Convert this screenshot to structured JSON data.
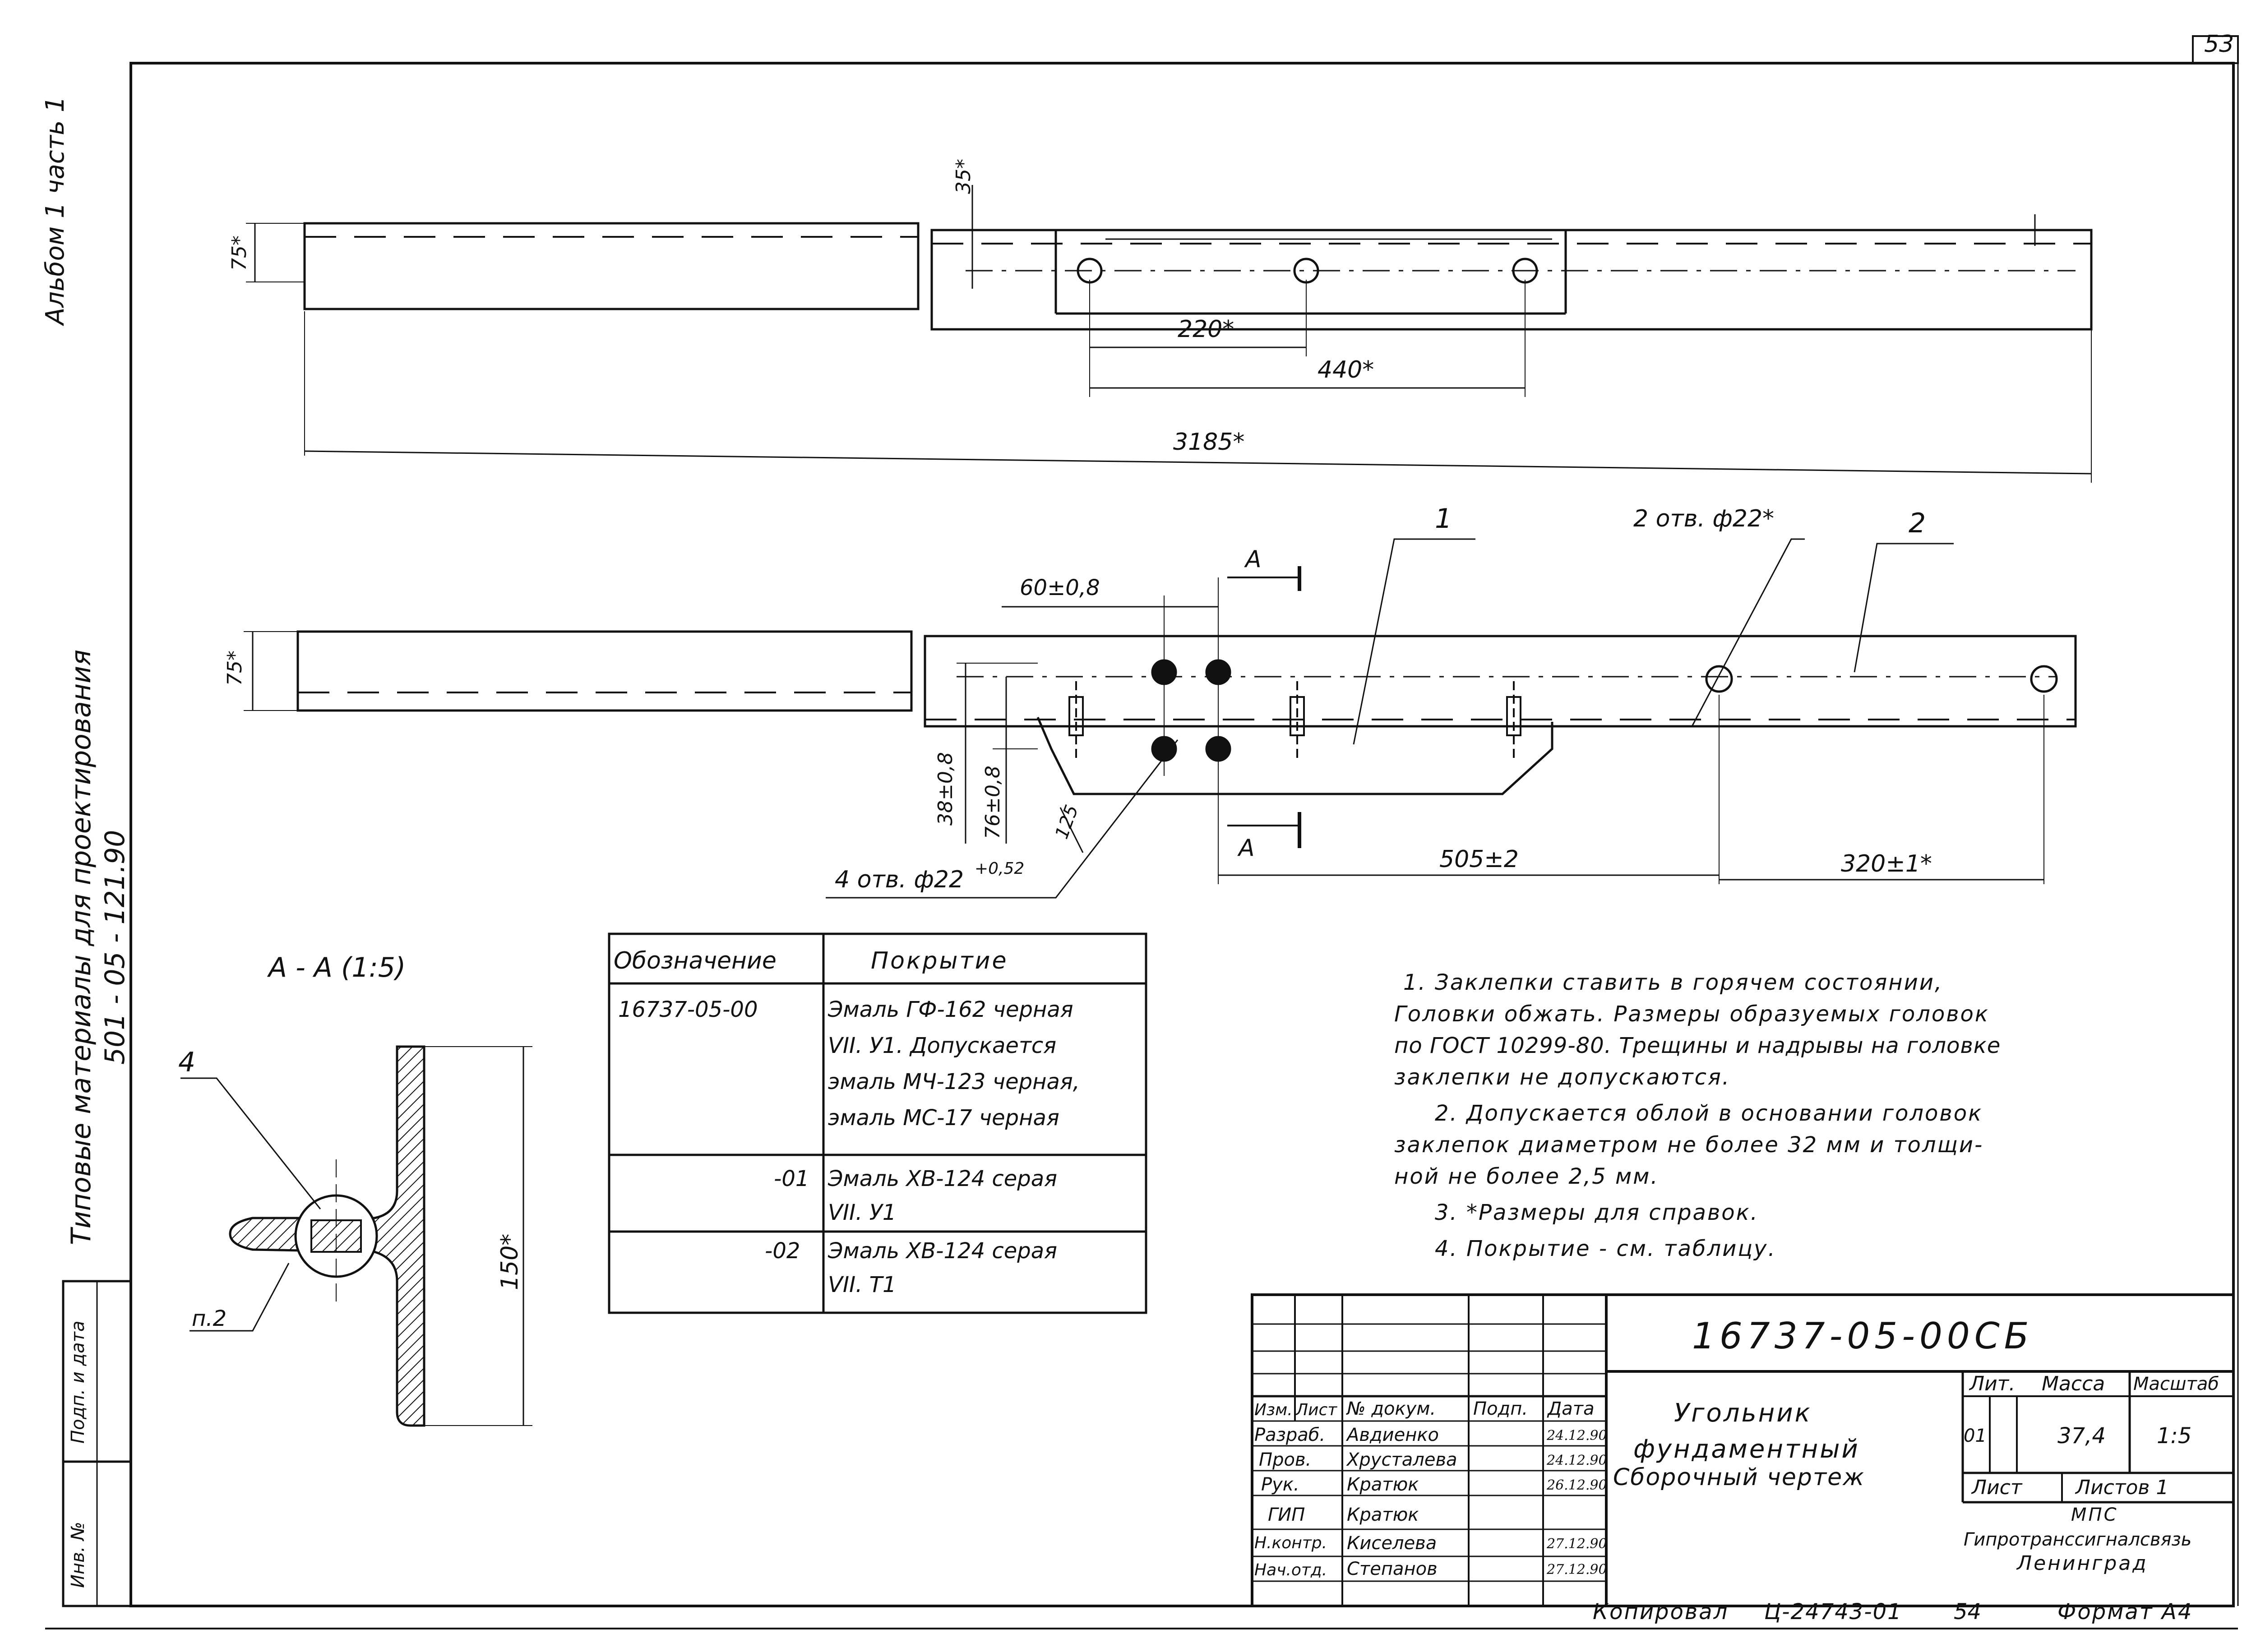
{
  "sheet_number": "53",
  "side_labels": {
    "album": "Альбом 1 часть 1",
    "series_title": "Типовые материалы для проектирования",
    "series_code": "501 - 05 - 121.90"
  },
  "top_view": {
    "dim_height": "75*",
    "dim_35": "35*",
    "dim_220": "220*",
    "dim_440": "440*",
    "dim_total": "3185*"
  },
  "front_view": {
    "dim_height": "75*",
    "dim_60": "60±0,8",
    "section_mark": "A",
    "callout_1": "1",
    "callout_2": "2",
    "holes_22": "2 отв. ф22*",
    "dim_38": "38±0,8",
    "dim_76": "76±0,8",
    "dim_125": "125",
    "holes_4": "4 отв. ф22",
    "holes_4_tol": "+0,52",
    "dim_505": "505±2",
    "dim_320": "320±1*"
  },
  "section_view": {
    "title": "А - А (1:5)",
    "callout_4": "4",
    "callout_p2": "п.2",
    "dim_150": "150*"
  },
  "coating_table": {
    "headers": [
      "Обозначение",
      "Покрытие"
    ],
    "rows": [
      {
        "code": "16737-05-00",
        "lines": [
          "Эмаль ГФ-162 черная",
          "VII. У1. Допускается",
          "эмаль МЧ-123 черная,",
          "эмаль МС-17 черная"
        ]
      },
      {
        "code": "-01",
        "lines": [
          "Эмаль ХВ-124 серая",
          "VII. У1"
        ]
      },
      {
        "code": "-02",
        "lines": [
          "Эмаль ХВ-124 серая",
          "VII. Т1"
        ]
      }
    ]
  },
  "notes": [
    "1. Заклепки ставить в горячем состоянии,",
    "Головки обжать. Размеры образуемых головок",
    "по ГОСТ 10299-80. Трещины и надрывы на головке",
    "заклепки не допускаются.",
    "2. Допускается облой в основании головок",
    "заклепок диаметром не более 32 мм и толщи-",
    "ной не более 2,5 мм.",
    "3. *Размеры для справок.",
    "4. Покрытие - см. таблицу."
  ],
  "title_block": {
    "doc_code": "16737-05-00СБ",
    "name_lines": [
      "Угольник",
      "фундаментный",
      "Сборочный чертеж"
    ],
    "head": {
      "izm": "Изм.",
      "list": "Лист",
      "dokum": "№ докум.",
      "podp": "Подп.",
      "data": "Дата"
    },
    "people": [
      {
        "role": "Разраб.",
        "name": "Авдиенко",
        "date": "24.12.90"
      },
      {
        "role": "Пров.",
        "name": "Хрусталева",
        "date": "24.12.90"
      },
      {
        "role": "Рук.",
        "name": "Кратюк",
        "date": "26.12.90"
      },
      {
        "role": "ГИП",
        "name": "Кратюк",
        "date": ""
      },
      {
        "role": "Н.контр.",
        "name": "Киселева",
        "date": "27.12.90"
      },
      {
        "role": "Нач.отд.",
        "name": "Степанов",
        "date": "27.12.90"
      }
    ],
    "lit_label": "Лит.",
    "mass_label": "Масса",
    "scale_label": "Масштаб",
    "lit_value": "01",
    "mass_value": "37,4",
    "scale_value": "1:5",
    "sheet_label": "Лист",
    "sheets_label": "Листов 1",
    "org_1": "МПС",
    "org_2": "Гипротранссигналсвязь",
    "org_3": "Ленинград",
    "inv_label": "Инв. №",
    "sign_label": "Подп. и дата"
  },
  "footer": {
    "copied": "Копировал",
    "copied_code": "Ц-24743-01",
    "copied_num": "54",
    "format": "Формат А4"
  }
}
